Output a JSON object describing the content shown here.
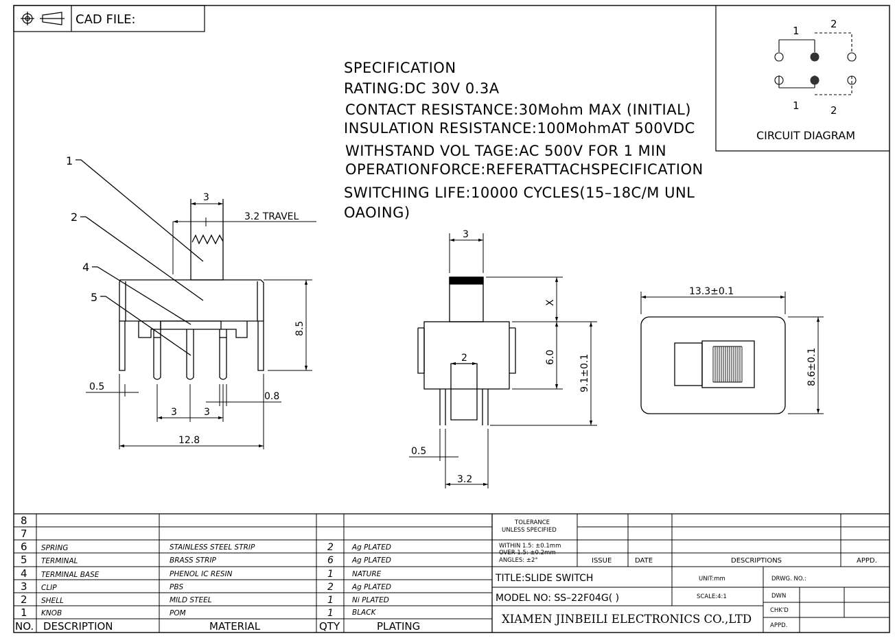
{
  "cad_file_label": "CAD FILE:",
  "specification": {
    "title": "SPECIFICATION",
    "lines": [
      "RATING:DC 30V 0.3A",
      "CONTACT RESISTANCE:30Mohm MAX (INITIAL)",
      "INSULATION RESISTANCE:100MohmAT 500VDC",
      "WITHSTAND VOL TAGE:AC 500V FOR 1 MIN",
      "OPERATIONFORCE:REFERATTACHSPECIFICATION",
      "SWITCHING LIFE:10000 CYCLES(15–18C/M UNL",
      "OAOING)"
    ]
  },
  "circuit": {
    "label": "CIRCUIT DIAGRAM",
    "top_left": "1",
    "top_right": "2",
    "bottom_left": "1",
    "bottom_right": "2"
  },
  "front_view": {
    "callouts": [
      "1",
      "2",
      "4",
      "5"
    ],
    "dim_actuator": "3",
    "dim_travel": "3.2 TRAVEL",
    "dim_height": "8.5",
    "dim_pin_width": "0.5",
    "dim_pin_gap": "0.8",
    "dim_pitch_a": "3",
    "dim_pitch_b": "3",
    "dim_total": "12.8"
  },
  "side_view": {
    "dim_top": "3",
    "dim_x": "X",
    "dim_body": "6.0",
    "dim_total_h": "9.1±0.1",
    "dim_inner": "2",
    "dim_pin": "0.5",
    "dim_bottom": "3.2"
  },
  "top_view": {
    "dim_width": "13.3±0.1",
    "dim_height": "8.6±0.1"
  },
  "bom": {
    "rows": [
      {
        "no": "8",
        "desc": "",
        "material": "",
        "qty": "",
        "plating": ""
      },
      {
        "no": "7",
        "desc": "",
        "material": "",
        "qty": "",
        "plating": ""
      },
      {
        "no": "6",
        "desc": "SPRING",
        "material": "STAINLESS STEEL STRIP",
        "qty": "2",
        "plating": "Ag PLATED"
      },
      {
        "no": "5",
        "desc": "TERMINAL",
        "material": "BRASS STRIP",
        "qty": "6",
        "plating": "Ag PLATED"
      },
      {
        "no": "4",
        "desc": "TERMINAL BASE",
        "material": "PHENOL IC RESIN",
        "qty": "1",
        "plating": "NATURE"
      },
      {
        "no": "3",
        "desc": "CLIP",
        "material": "PBS",
        "qty": "2",
        "plating": "Ag PLATED"
      },
      {
        "no": "2",
        "desc": "SHELL",
        "material": "MILD STEEL",
        "qty": "1",
        "plating": "Ni PLATED"
      },
      {
        "no": "1",
        "desc": "KNOB",
        "material": "POM",
        "qty": "1",
        "plating": "BLACK"
      }
    ],
    "header": {
      "no": "NO.",
      "desc": "DESCRIPTION",
      "material": "MATERIAL",
      "qty": "QTY",
      "plating": "PLATING"
    }
  },
  "title_block": {
    "tolerance_1": "TOLERANCE",
    "tolerance_2": "UNLESS SPECIFIED",
    "within": "WITHIN 1.5: ±0.1mm",
    "over": "OVER 1.5:  ±0.2mm",
    "angles": "ANGLES: ±2°",
    "issue": "ISSUE",
    "date": "DATE",
    "descriptions": "DESCRIPTIONS",
    "appd": "APPD.",
    "title": "TITLE:SLIDE SWITCH",
    "unit": "UNIT:mm",
    "drwg": "DRWG. NO.:",
    "model": "MODEL NO: SS–22F04G( )",
    "scale": "SCALE:4:1",
    "dwn": "DWN",
    "chkd": "CHK'D",
    "appd2": "APPD.",
    "company": "XIAMEN JINBEILI ELECTRONICS CO.,LTD"
  }
}
